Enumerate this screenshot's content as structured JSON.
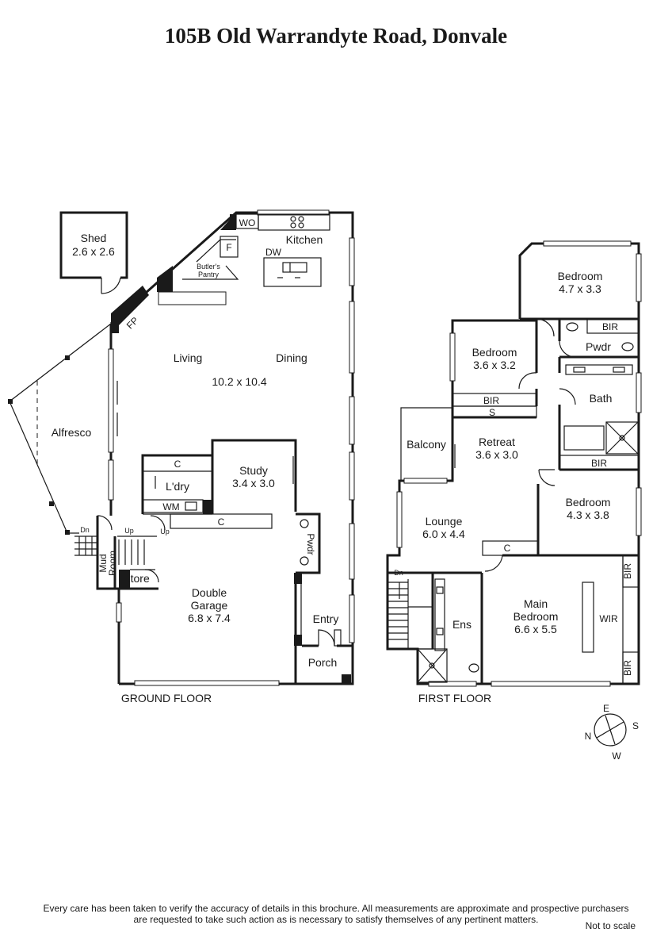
{
  "title": "105B Old Warrandyte Road, Donvale",
  "ground_floor": {
    "label": "GROUND FLOOR",
    "rooms": {
      "shed": {
        "name": "Shed",
        "dims": "2.6 x 2.6"
      },
      "alfresco": {
        "name": "Alfresco"
      },
      "kitchen": {
        "name": "Kitchen"
      },
      "wo": "WO",
      "fridge": "F",
      "dw": "DW",
      "butlers_pantry": {
        "line1": "Butler's",
        "line2": "Pantry"
      },
      "fp": "FP",
      "living": {
        "name": "Living"
      },
      "dining": {
        "name": "Dining"
      },
      "living_dining_dims": "10.2 x 10.4",
      "laundry": {
        "name": "L'dry",
        "cupboard": "C",
        "wm": "WM"
      },
      "study": {
        "name": "Study",
        "dims": "3.4 x 3.0"
      },
      "garage_cupboard": "C",
      "powder": "Pwdr",
      "mud_room": {
        "line1": "Mud",
        "line2": "Room"
      },
      "store": "Store",
      "dn": "Dn",
      "up1": "Up",
      "up2": "Up",
      "double_garage": {
        "line1": "Double",
        "line2": "Garage",
        "dims": "6.8 x 7.4"
      },
      "entry": "Entry",
      "porch": "Porch"
    }
  },
  "first_floor": {
    "label": "FIRST FLOOR",
    "rooms": {
      "bedroom_a": {
        "name": "Bedroom",
        "dims": "4.7 x 3.3"
      },
      "bir_a": "BIR",
      "pwdr": "Pwdr",
      "bedroom_b": {
        "name": "Bedroom",
        "dims": "3.6 x 3.2"
      },
      "bir_b": "BIR",
      "s": "S",
      "bath": "Bath",
      "balcony": "Balcony",
      "retreat": {
        "name": "Retreat",
        "dims": "3.6 x 3.0"
      },
      "bir_c": "BIR",
      "bedroom_c": {
        "name": "Bedroom",
        "dims": "4.3 x 3.8"
      },
      "lounge": {
        "name": "Lounge",
        "dims": "6.0 x 4.4"
      },
      "cupboard": "C",
      "dn": "Dn",
      "bir_d": "BIR",
      "main_bedroom": {
        "line1": "Main",
        "line2": "Bedroom",
        "dims": "6.6 x 5.5"
      },
      "ens": "Ens",
      "wir": "WIR",
      "bir_e": "BIR"
    }
  },
  "compass": {
    "e": "E",
    "s": "S",
    "w": "W",
    "n": "N"
  },
  "disclaimer": {
    "line1": "Every care has been taken to verify the accuracy of details in this brochure.  All measurements are approximate and prospective purchasers",
    "line2": "are requested to take such action as is necessary to satisfy themselves of any pertinent matters."
  },
  "scale_note": "Not to scale"
}
